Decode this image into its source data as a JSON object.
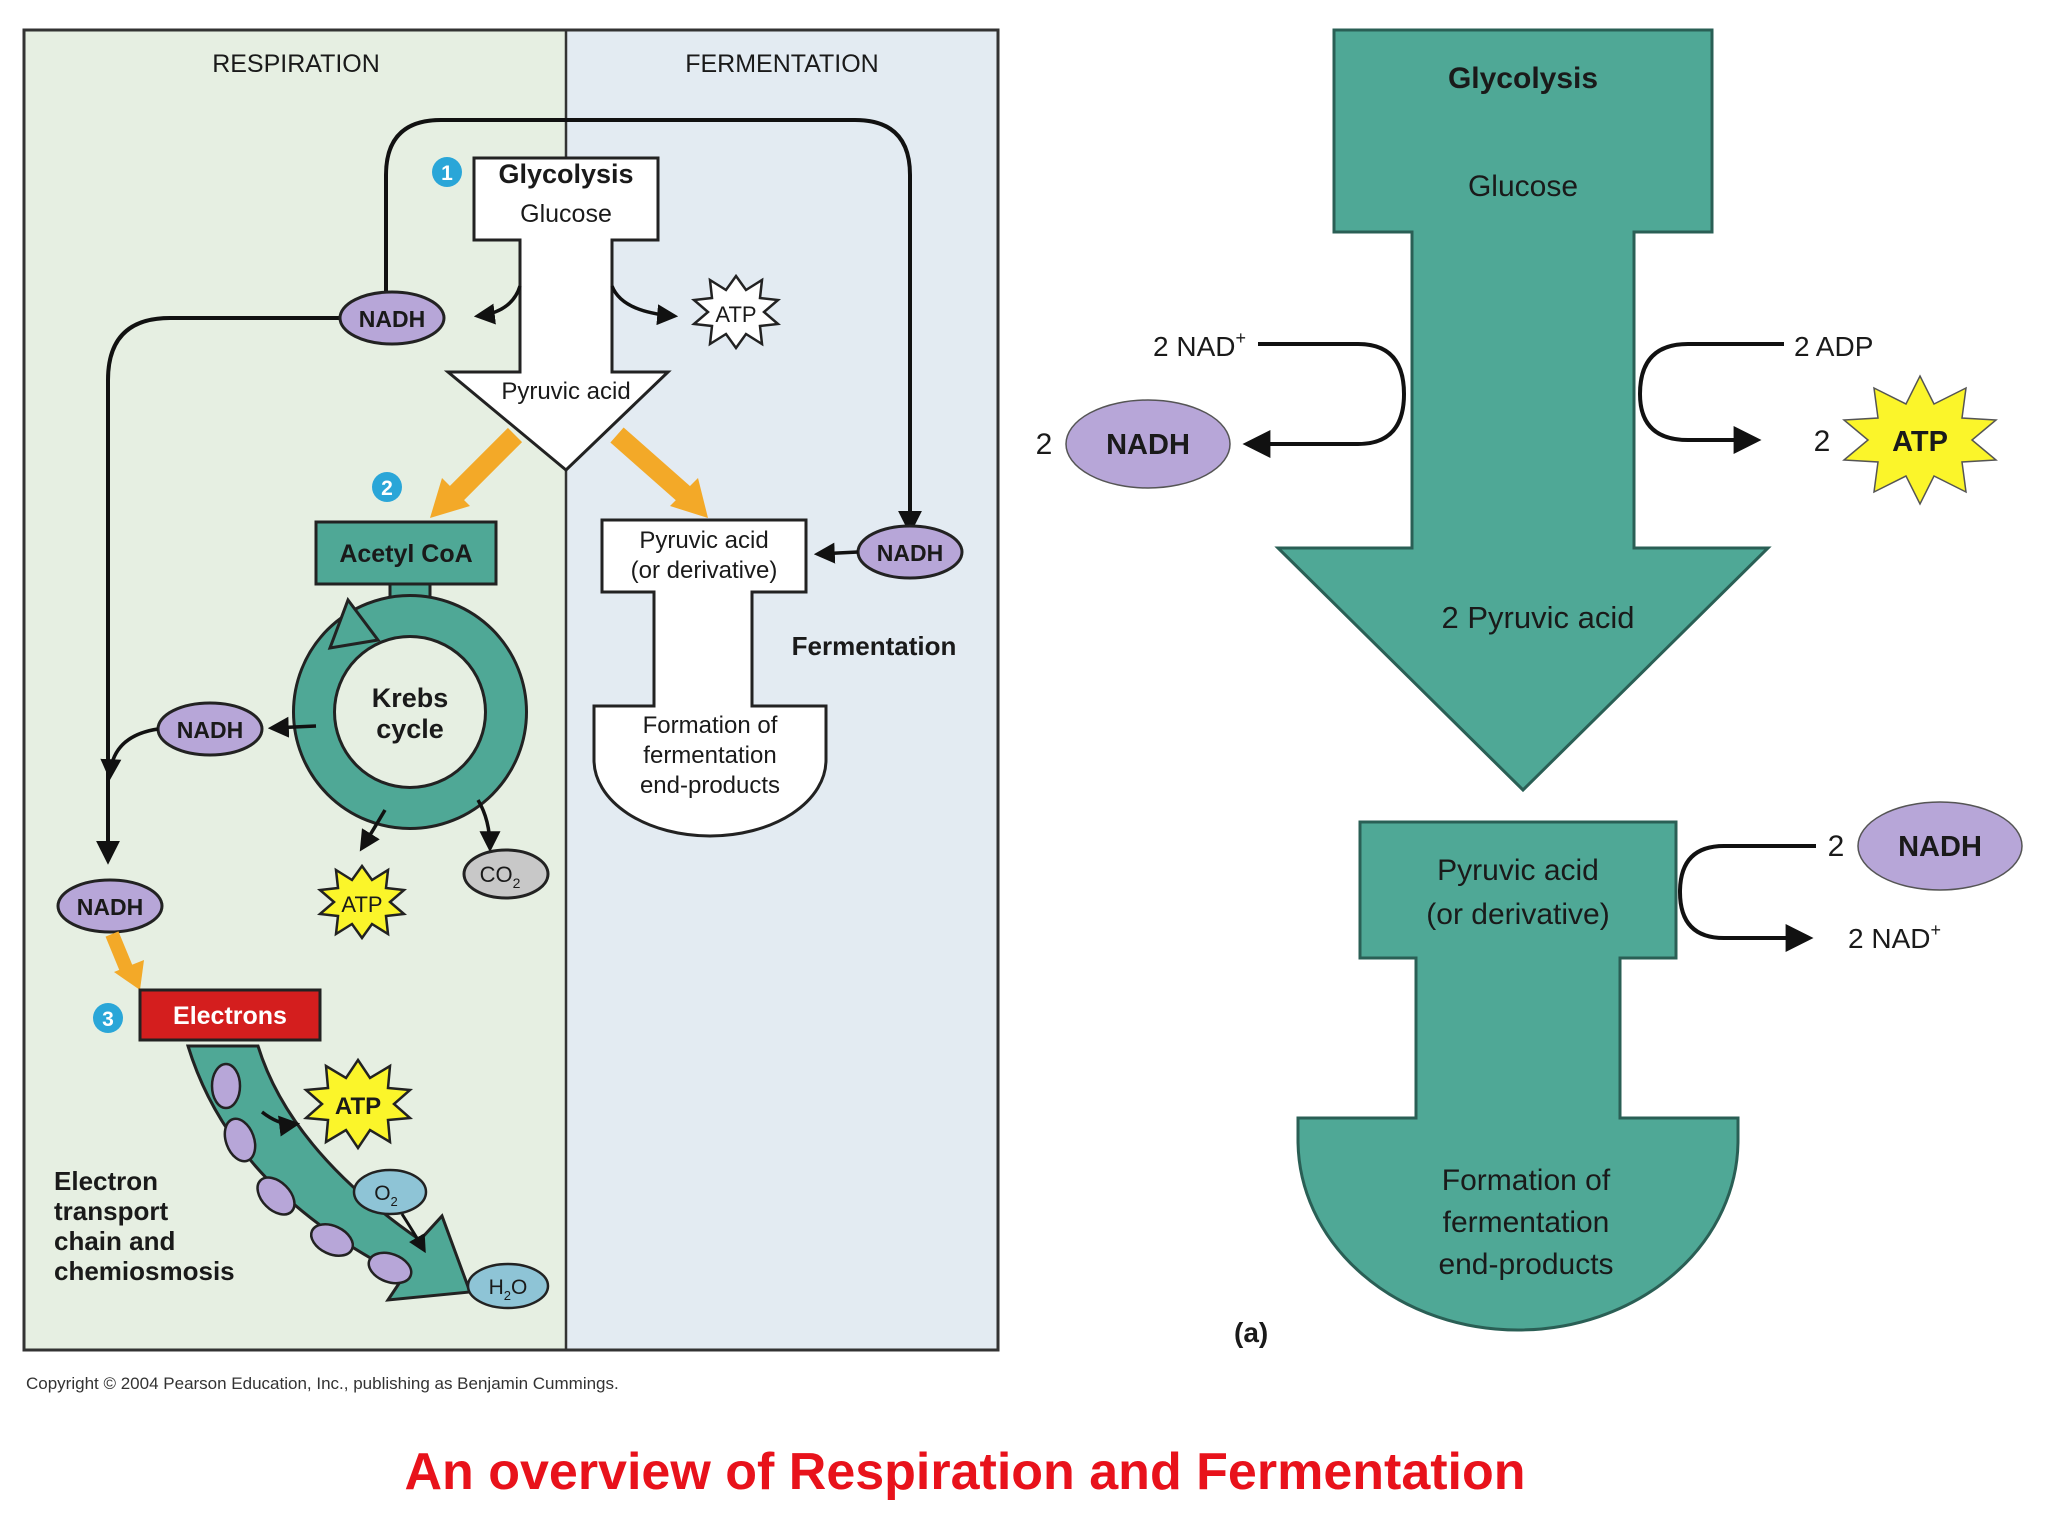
{
  "left": {
    "respiration_header": "RESPIRATION",
    "fermentation_header": "FERMENTATION",
    "steps": [
      "1",
      "2",
      "3"
    ],
    "glycolysis": "Glycolysis",
    "glucose": "Glucose",
    "pyruvic_acid": "Pyruvic acid",
    "nadh": "NADH",
    "atp": "ATP",
    "acetyl_coa": "Acetyl CoA",
    "krebs_line1": "Krebs",
    "krebs_line2": "cycle",
    "co2": "CO",
    "co2_sub": "2",
    "electrons": "Electrons",
    "o2": "O",
    "o2_sub": "2",
    "h2o_h": "H",
    "h2o_sub": "2",
    "h2o_o": "O",
    "etc_label": [
      "Electron",
      "transport",
      "chain and",
      "chemiosmosis"
    ],
    "pyruvic_derivative": [
      "Pyruvic acid",
      "(or derivative)"
    ],
    "fermentation_label": "Fermentation",
    "formation": [
      "Formation of",
      "fermentation",
      "end-products"
    ],
    "copyright": "Copyright © 2004 Pearson Education, Inc., publishing as Benjamin Cummings."
  },
  "right": {
    "glycolysis": "Glycolysis",
    "glucose": "Glucose",
    "nad_in": "2 NAD",
    "plus": "+",
    "two": "2",
    "nadh": "NADH",
    "adp": "2 ADP",
    "atp": "ATP",
    "pyruvic_2": "2 Pyruvic acid",
    "pyruvic_derivative": [
      "Pyruvic acid",
      "(or derivative)"
    ],
    "nad_out": "2 NAD",
    "formation": [
      "Formation of",
      "fermentation",
      "end-products"
    ],
    "panel_label": "(a)"
  },
  "caption": "An overview of Respiration and Fermentation",
  "colors": {
    "teal": "#4fa896",
    "respiration_bg": "#e6efe2",
    "fermentation_bg": "#e3ebf2",
    "nadh_fill": "#b7a6d8",
    "atp_fill": "#fbf52a",
    "electrons": "#d41e1e",
    "orange": "#f3a928",
    "step_blue": "#2aa6d8",
    "caption": "#e8121b"
  }
}
